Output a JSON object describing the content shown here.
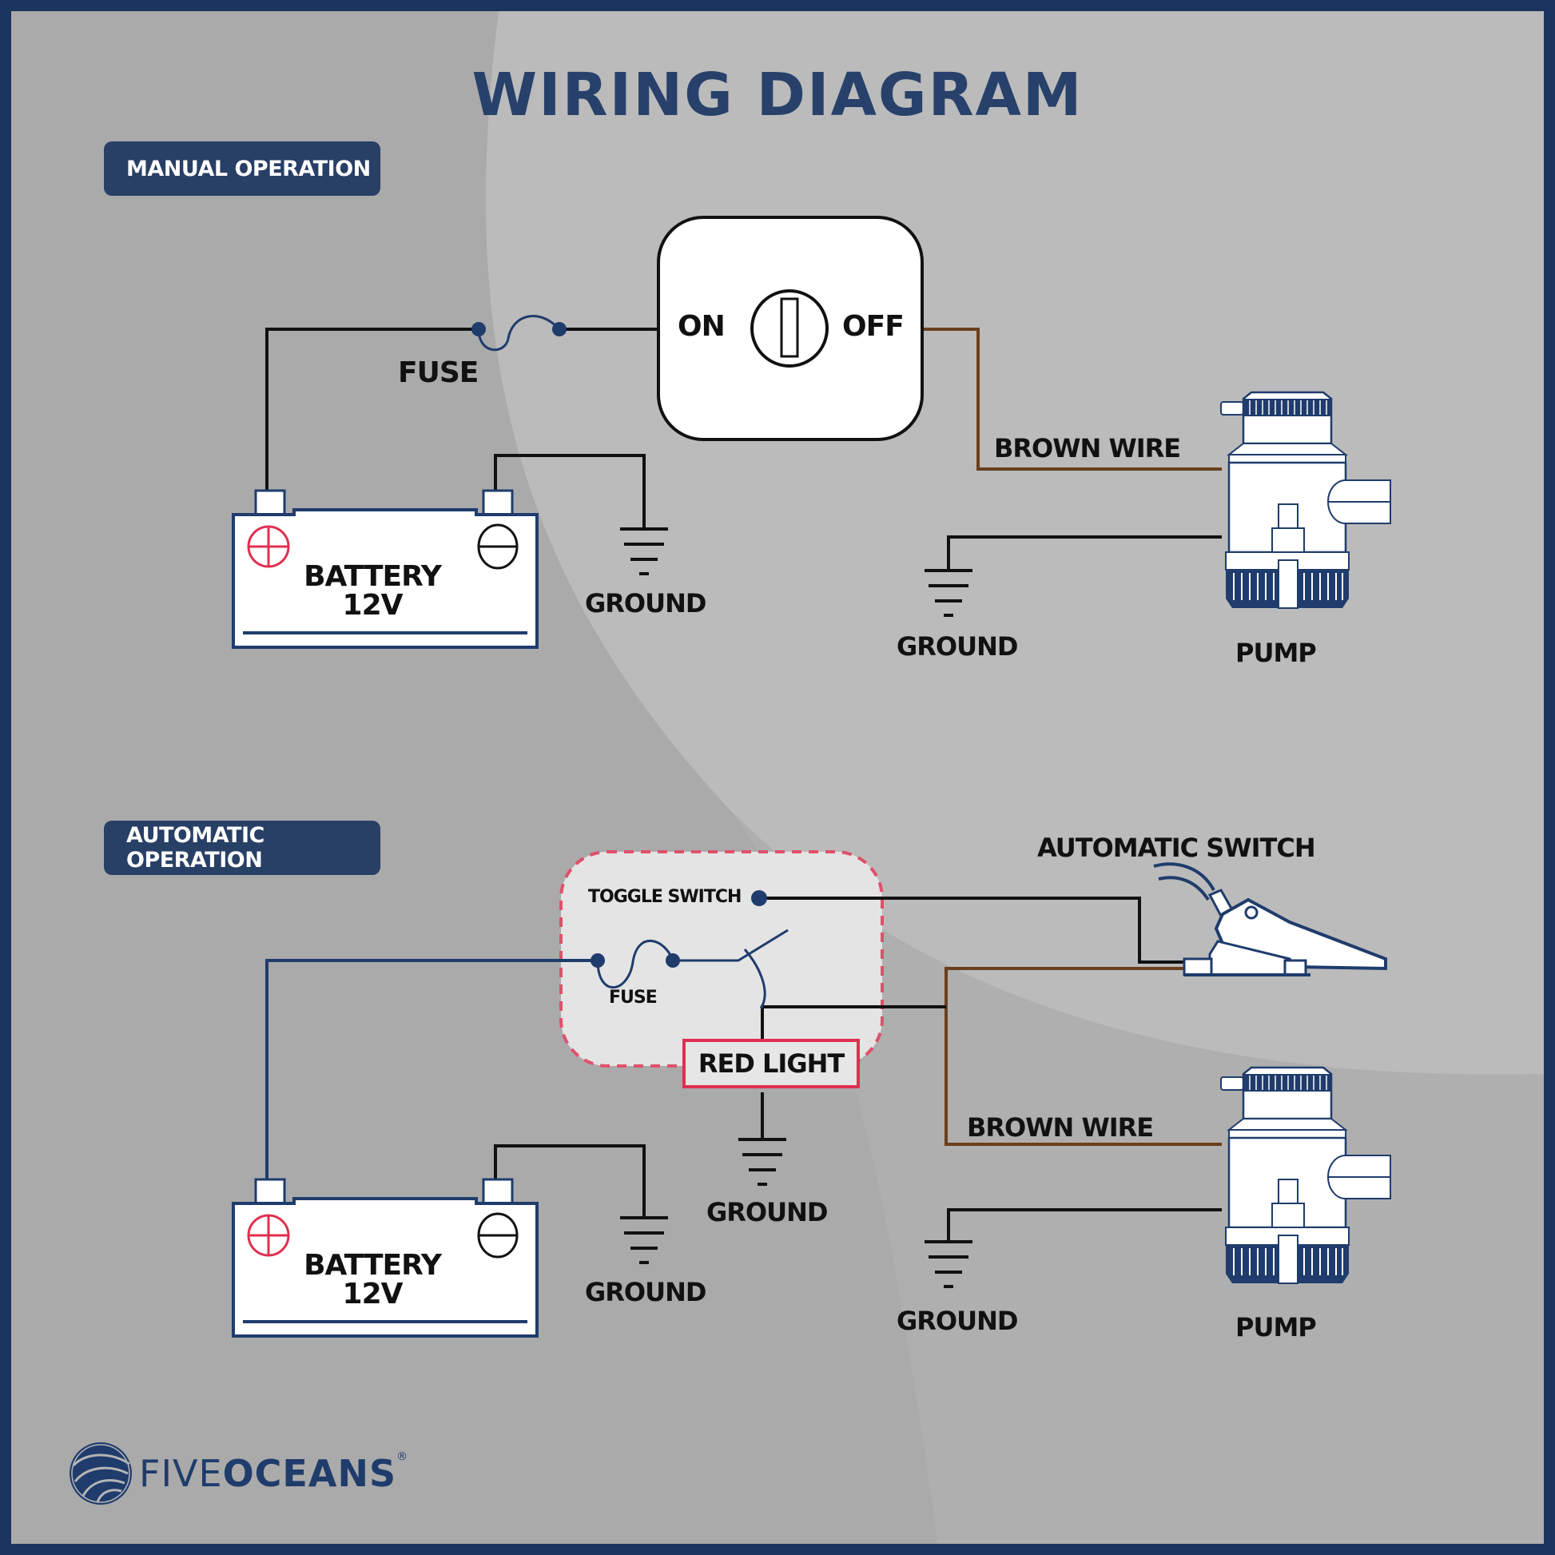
{
  "title": "WIRING DIAGRAM",
  "colors": {
    "border": "#1c355e",
    "brand_navy": "#283f66",
    "accent_red": "#e0304f",
    "brown_wire": "#6b3f1d",
    "wire_black": "#111111",
    "wire_navy": "#1f3c6c"
  },
  "manual": {
    "section_label": "MANUAL OPERATION",
    "fuse_label": "FUSE",
    "switch_on": "ON",
    "switch_off": "OFF",
    "battery_line1": "BATTERY",
    "battery_line2": "12V",
    "ground_left": "GROUND",
    "brown_wire": "BROWN WIRE",
    "ground_right": "GROUND",
    "pump": "PUMP"
  },
  "automatic": {
    "section_label": "AUTOMATIC OPERATION",
    "toggle_switch": "TOGGLE SWITCH",
    "fuse_label": "FUSE",
    "red_light": "RED LIGHT",
    "auto_switch": "AUTOMATIC SWITCH",
    "brown_wire": "BROWN WIRE",
    "battery_line1": "BATTERY",
    "battery_line2": "12V",
    "ground_left": "GROUND",
    "ground_middle": "GROUND",
    "ground_right": "GROUND",
    "pump": "PUMP"
  },
  "logo": {
    "light": "FIVE",
    "bold": "OCEANS",
    "reg": "®"
  }
}
